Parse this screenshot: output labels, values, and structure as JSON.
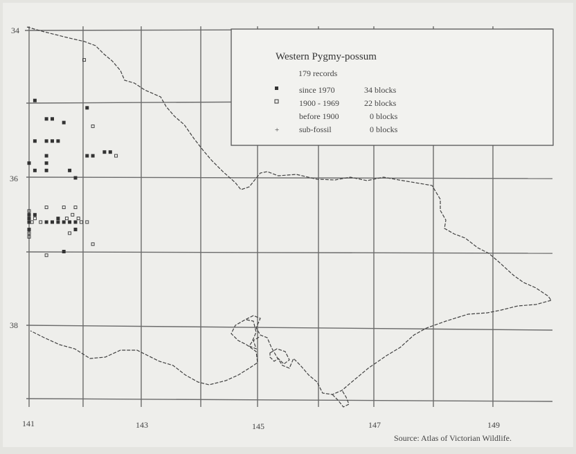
{
  "map": {
    "lat_labels": [
      "34",
      "36",
      "38"
    ],
    "lon_labels": [
      "141",
      "143",
      "145",
      "147",
      "149"
    ],
    "source": "Source: Atlas of Victorian Wildlife."
  },
  "legend": {
    "title": "Western Pygmy-possum",
    "records": "179 records",
    "entries": [
      {
        "symbol": "filled-square",
        "period": "since 1970",
        "blocks": "34 blocks"
      },
      {
        "symbol": "open-square",
        "period": "1900 - 1969",
        "blocks": "22 blocks"
      },
      {
        "symbol": "none",
        "period": "before 1900",
        "blocks": "0 blocks"
      },
      {
        "symbol": "cross",
        "period": "sub-fossil",
        "blocks": "0 blocks"
      }
    ]
  },
  "records": {
    "since_1970_count": 34,
    "period_1900_1969_count": 22,
    "since_1970": [
      [
        141.1,
        34.95
      ],
      [
        141.3,
        35.2
      ],
      [
        141.4,
        35.2
      ],
      [
        141.6,
        35.25
      ],
      [
        142.0,
        35.05
      ],
      [
        141.1,
        35.5
      ],
      [
        141.3,
        35.5
      ],
      [
        141.4,
        35.5
      ],
      [
        141.5,
        35.5
      ],
      [
        141.0,
        35.8
      ],
      [
        141.1,
        35.9
      ],
      [
        141.3,
        35.7
      ],
      [
        141.3,
        35.8
      ],
      [
        141.3,
        35.9
      ],
      [
        141.7,
        35.9
      ],
      [
        141.8,
        36.0
      ],
      [
        142.0,
        35.7
      ],
      [
        142.1,
        35.7
      ],
      [
        142.3,
        35.65
      ],
      [
        142.4,
        35.65
      ],
      [
        141.0,
        36.5
      ],
      [
        141.1,
        36.5
      ],
      [
        141.0,
        36.6
      ],
      [
        141.3,
        36.6
      ],
      [
        141.4,
        36.6
      ],
      [
        141.5,
        36.6
      ],
      [
        141.6,
        36.6
      ],
      [
        141.7,
        36.6
      ],
      [
        141.8,
        36.6
      ],
      [
        141.0,
        36.7
      ],
      [
        141.8,
        36.7
      ],
      [
        141.6,
        37.0
      ],
      [
        141.0,
        36.55
      ],
      [
        141.5,
        36.55
      ]
    ],
    "period_1900_1969": [
      [
        141.95,
        34.4
      ],
      [
        142.1,
        35.3
      ],
      [
        142.5,
        35.7
      ],
      [
        141.0,
        36.45
      ],
      [
        141.3,
        36.4
      ],
      [
        141.6,
        36.4
      ],
      [
        141.8,
        36.4
      ],
      [
        141.1,
        36.55
      ],
      [
        141.65,
        36.55
      ],
      [
        141.85,
        36.55
      ],
      [
        141.0,
        36.6
      ],
      [
        141.2,
        36.6
      ],
      [
        141.9,
        36.6
      ],
      [
        142.0,
        36.6
      ],
      [
        141.0,
        36.75
      ],
      [
        141.8,
        36.7
      ],
      [
        141.7,
        36.75
      ],
      [
        141.0,
        36.8
      ],
      [
        142.1,
        36.9
      ],
      [
        141.3,
        37.05
      ],
      [
        141.05,
        36.6
      ],
      [
        141.75,
        36.5
      ]
    ]
  },
  "colors": {
    "background": "#eeeeeb",
    "lines": "#4a4a4a",
    "markers": "#333333"
  }
}
